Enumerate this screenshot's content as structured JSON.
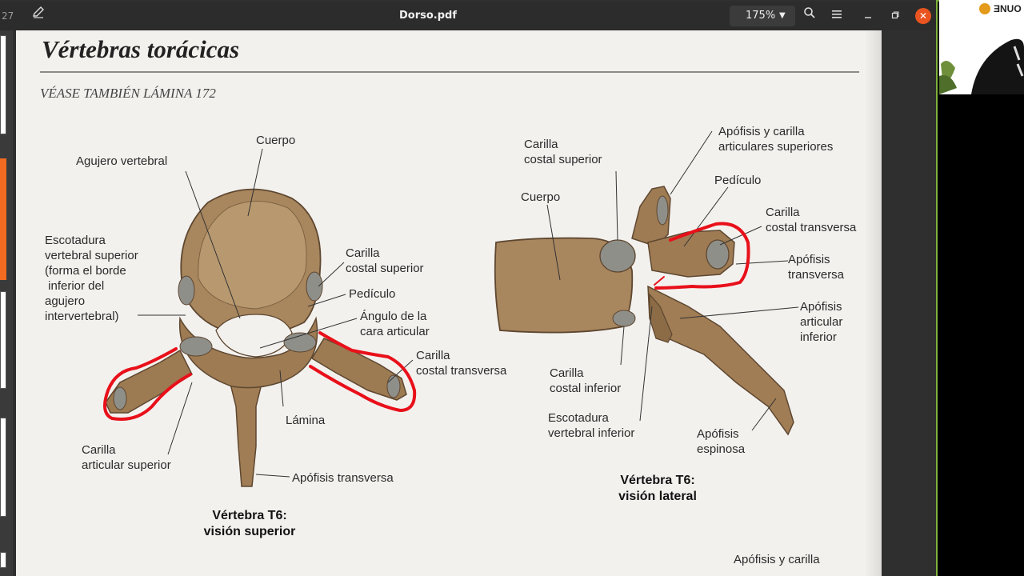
{
  "viewer": {
    "page_number": "27",
    "title": "Dorso.pdf",
    "zoom": "175%",
    "icons": [
      "edit-icon",
      "search-icon",
      "menu-icon",
      "minimize-icon",
      "restore-icon",
      "close-icon"
    ]
  },
  "page": {
    "heading": "Vértebras torácicas",
    "subheading": "VÉASE TAMBIÉN LÁMINA 172",
    "superior_view": {
      "labels": {
        "agujero": "Agujero vertebral",
        "cuerpo": "Cuerpo",
        "escotadura": "Escotadura\nvertebral superior\n(forma el borde\n inferior del\nagujero\nintervertebral)",
        "carilla_costal_sup": "Carilla\ncostal superior",
        "pediculo": "Pedículo",
        "angulo": "Ángulo de la\ncara articular",
        "carilla_costal_transv": "Carilla\ncostal transversa",
        "lamina": "Lámina",
        "carilla_art_sup": "Carilla\narticular superior",
        "apofisis_transv": "Apófisis transversa"
      },
      "caption": "Vértebra T6:\nvisión superior"
    },
    "lateral_view": {
      "labels": {
        "carilla_costal_sup": "Carilla\ncostal superior",
        "apofisis_carilla": "Apófisis y carilla\narticulares superiores",
        "pediculo": "Pedículo",
        "cuerpo": "Cuerpo",
        "carilla_costal_transv": "Carilla\ncostal transversa",
        "apofisis_transv": "Apófisis\ntransversa",
        "apofisis_art_inf": "Apófisis\narticular\ninferior",
        "carilla_costal_inf": "Carilla\ncostal inferior",
        "escotadura_inf": "Escotadura\nvertebral inferior",
        "apofisis_espinosa": "Apófisis\nespinosa"
      },
      "caption": "Vértebra T6:\nvisión lateral"
    },
    "footer_label": "Apófisis y carilla"
  },
  "side_panel": {
    "logo_text": "ƎNUO"
  },
  "colors": {
    "titlebar": "#2c2c2c",
    "accent": "#e95420",
    "frame": "#7fb03c",
    "bone": "#a8865e",
    "annotation": "#e8101a"
  }
}
